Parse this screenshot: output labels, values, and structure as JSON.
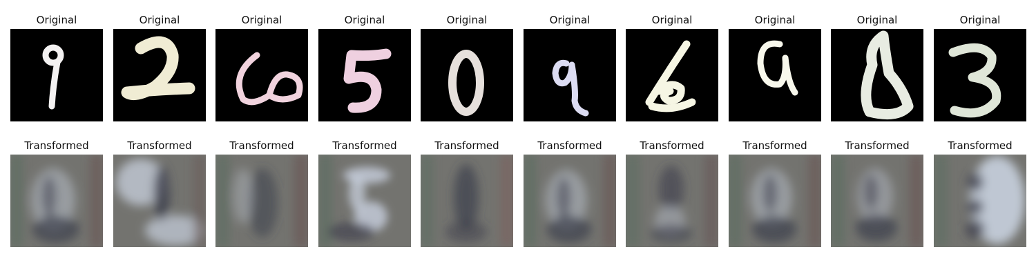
{
  "panels": {
    "original_title": "Original",
    "transformed_title": "Transformed"
  },
  "digits": [
    {
      "label": "9",
      "color": "#f4f2f2"
    },
    {
      "label": "2",
      "color": "#f0ecd4"
    },
    {
      "label": "6",
      "color": "#f1d3de"
    },
    {
      "label": "5",
      "color": "#efd0e0"
    },
    {
      "label": "0",
      "color": "#e6e0dc"
    },
    {
      "label": "9",
      "color": "#dcdcf2"
    },
    {
      "label": "6",
      "color": "#f6f6e4"
    },
    {
      "label": "a",
      "color": "#f8f8ec"
    },
    {
      "label": "8",
      "color": "#e8ece2"
    },
    {
      "label": "3",
      "color": "#dfe6d8"
    }
  ],
  "transformed_background": "#73736f",
  "transformed_highlight": "#c8d0de",
  "transformed_shadow": "#3c3e4c"
}
